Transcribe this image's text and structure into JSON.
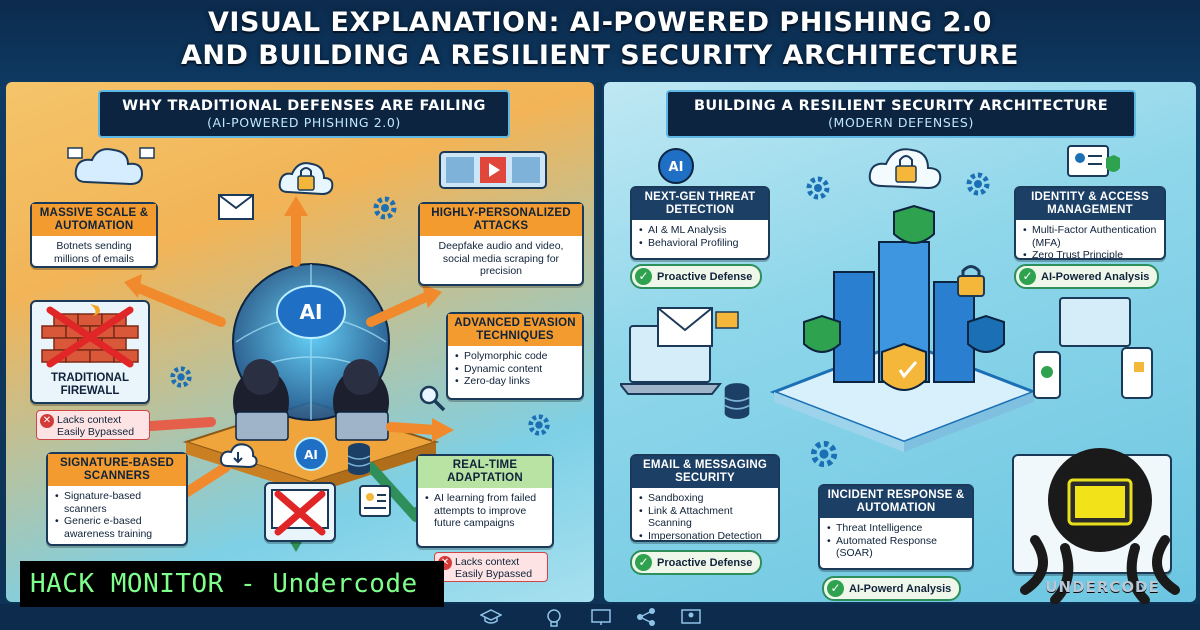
{
  "title": {
    "line1": "VISUAL EXPLANATION: AI-POWERED PHISHING 2.0",
    "line2": "AND BUILDING A RESILIENT SECURITY ARCHITECTURE"
  },
  "left": {
    "heading": "WHY TRADITIONAL DEFENSES ARE FAILING",
    "subheading": "(AI-POWERED PHISHING 2.0)",
    "hub_label": "AI",
    "hub_label_small": "AI",
    "cards": {
      "massive": {
        "title": "MASSIVE SCALE & AUTOMATION",
        "body": "Botnets sending millions of emails"
      },
      "personalized": {
        "title": "HIGHLY-PERSONALIZED ATTACKS",
        "body": "Deepfake audio and video, social media scraping for precision"
      },
      "evasion": {
        "title": "ADVANCED EVASION TECHNIQUES",
        "items": [
          "Polymorphic code",
          "Dynamic content",
          "Zero-day links"
        ]
      },
      "firewall": {
        "title": "TRADITIONAL FIREWALL"
      },
      "signature": {
        "title": "SIGNATURE-BASED SCANNERS",
        "items": [
          "Signature-based scanners",
          "Generic e-based awareness training"
        ]
      },
      "realtime": {
        "title": "REAL-TIME ADAPTATION",
        "items": [
          "AI learning from failed attempts to improve future campaigns"
        ]
      }
    },
    "warnings": {
      "firewall": [
        "Lacks context",
        "Easily Bypassed"
      ],
      "realtime": [
        "Lacks context",
        "Easily Bypassed"
      ]
    }
  },
  "right": {
    "heading": "BUILDING A RESILIENT SECURITY ARCHITECTURE",
    "subheading": "(MODERN DEFENSES)",
    "ai_chip": "AI",
    "cards": {
      "threat": {
        "title": "NEXT-GEN THREAT DETECTION",
        "items": [
          "AI & ML Analysis",
          "Behavioral Profiling"
        ],
        "badge": "Proactive Defense"
      },
      "identity": {
        "title": "IDENTITY & ACCESS MANAGEMENT",
        "items": [
          "Multi-Factor Authentication (MFA)",
          "Zero Trust Principle"
        ],
        "badge": "AI-Powered Analysis"
      },
      "email": {
        "title": "EMAIL & MESSAGING SECURITY",
        "items": [
          "Sandboxing",
          "Link & Attachment Scanning",
          "Impersonation Detection"
        ],
        "badge": "Proactive Defense"
      },
      "incident": {
        "title": "INCIDENT RESPONSE & AUTOMATION",
        "items": [
          "Threat Intelligence",
          "Automated Response (SOAR)"
        ],
        "badge": "AI-Powerd Analysis"
      }
    }
  },
  "watermark": {
    "banner": "HACK MONITOR - Undercode",
    "logo_text": "UNDERCODE"
  },
  "colors": {
    "navy": "#0c2440",
    "accent_blue": "#5fb7e6",
    "orange": "#f39b2e",
    "green": "#2fa24f",
    "red": "#d33a3a"
  }
}
